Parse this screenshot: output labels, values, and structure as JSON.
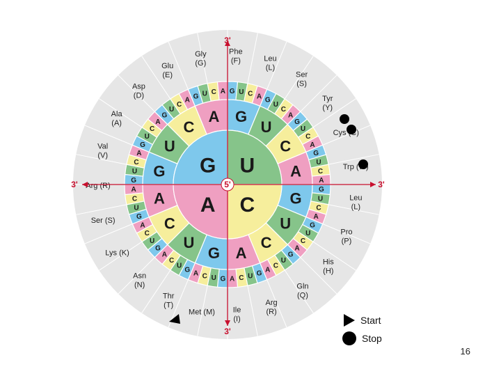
{
  "center_label": "5'",
  "axis_labels": {
    "top": "3'",
    "bottom": "3'",
    "left": "3'",
    "right": "3'"
  },
  "first_position": [
    "G",
    "U",
    "C",
    "A"
  ],
  "second_position": [
    [
      "G",
      "U",
      "C",
      "A"
    ],
    [
      "G",
      "U",
      "C",
      "A"
    ],
    [
      "G",
      "U",
      "C",
      "A"
    ],
    [
      "G",
      "U",
      "C",
      "A"
    ]
  ],
  "third_position": [
    [
      "G",
      "U",
      "C",
      "A"
    ],
    [
      "G",
      "U",
      "C",
      "A"
    ],
    [
      "G",
      "U",
      "C",
      "A"
    ],
    [
      "G",
      "U",
      "C",
      "A"
    ],
    [
      "G",
      "U",
      "C",
      "A"
    ],
    [
      "G",
      "U",
      "C",
      "A"
    ],
    [
      "G",
      "U",
      "C",
      "A"
    ],
    [
      "G",
      "U",
      "C",
      "A"
    ],
    [
      "G",
      "U",
      "C",
      "A"
    ],
    [
      "G",
      "U",
      "C",
      "A"
    ],
    [
      "G",
      "U",
      "C",
      "A"
    ],
    [
      "G",
      "U",
      "C",
      "A"
    ],
    [
      "G",
      "U",
      "C",
      "A"
    ],
    [
      "G",
      "U",
      "C",
      "A"
    ],
    [
      "G",
      "U",
      "C",
      "A"
    ],
    [
      "G",
      "U",
      "C",
      "A"
    ]
  ],
  "amino_acids": [
    {
      "name": "Gly",
      "abbr": "(G)"
    },
    {
      "name": "Phe",
      "abbr": "(F)"
    },
    {
      "name": "Leu",
      "abbr": "(L)"
    },
    {
      "name": "Ser",
      "abbr": "(S)"
    },
    {
      "name": "Tyr",
      "abbr": "(Y)"
    },
    {
      "name": "Cys (C)",
      "abbr": ""
    },
    {
      "name": "Trp (W)",
      "abbr": ""
    },
    {
      "name": "Leu",
      "abbr": "(L)"
    },
    {
      "name": "Pro",
      "abbr": "(P)"
    },
    {
      "name": "His",
      "abbr": "(H)"
    },
    {
      "name": "Gln",
      "abbr": "(Q)"
    },
    {
      "name": "Arg",
      "abbr": "(R)"
    },
    {
      "name": "Ile",
      "abbr": "(I)"
    },
    {
      "name": "Met (M)",
      "abbr": ""
    },
    {
      "name": "Thr",
      "abbr": "(T)"
    },
    {
      "name": "Asn",
      "abbr": "(N)"
    },
    {
      "name": "Lys (K)",
      "abbr": ""
    },
    {
      "name": "Ser (S)",
      "abbr": ""
    },
    {
      "name": "Arg (R)",
      "abbr": ""
    },
    {
      "name": "Val",
      "abbr": "(V)"
    },
    {
      "name": "Ala",
      "abbr": "(A)"
    },
    {
      "name": "Asp",
      "abbr": "(D)"
    },
    {
      "name": "Glu",
      "abbr": "(E)"
    }
  ],
  "legend": {
    "start": "Start",
    "stop": "Stop"
  },
  "page_number": "16",
  "colors": {
    "G": "#7ec8ec",
    "U": "#86c48a",
    "C": "#f6ee9c",
    "A": "#ef9fc1",
    "outer_ring": "#e6e6e6",
    "axis": "#c8102e",
    "divider": "#ffffff"
  }
}
